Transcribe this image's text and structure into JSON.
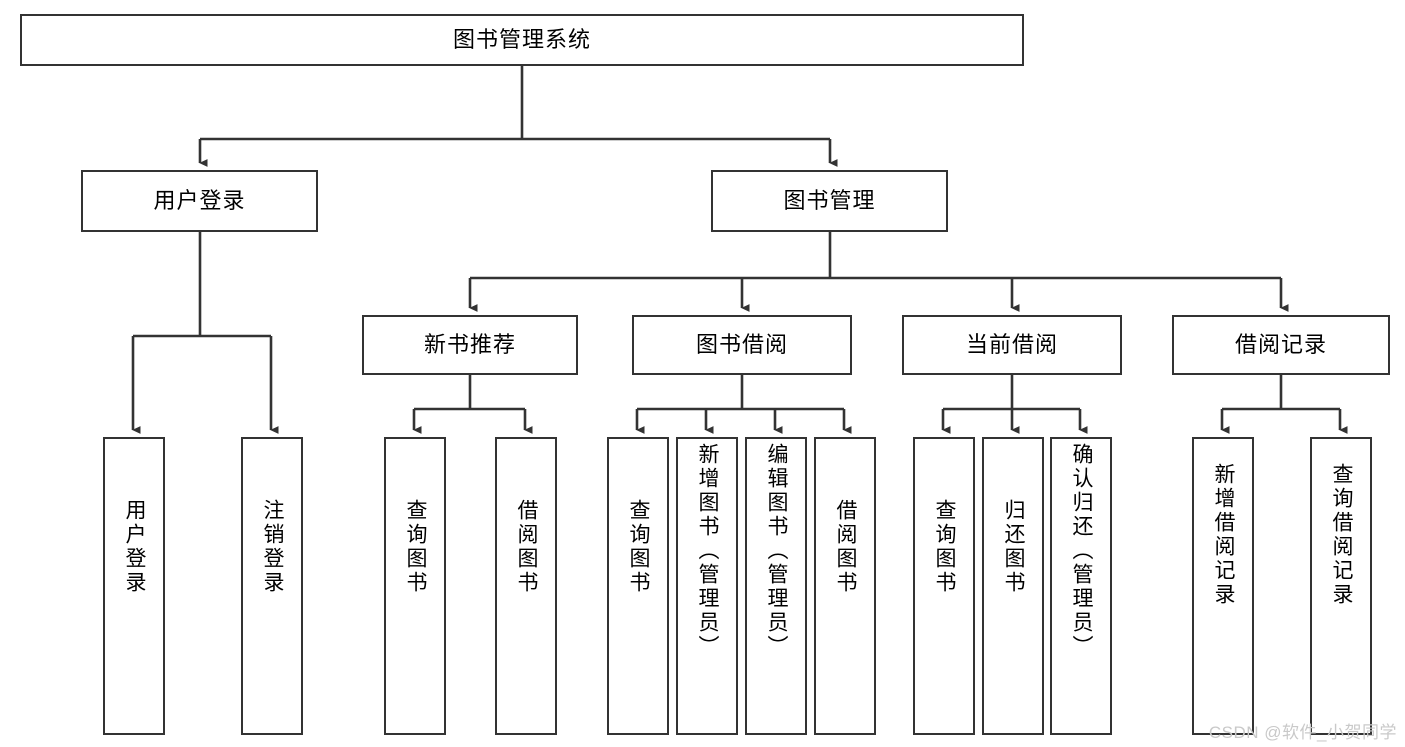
{
  "diagram": {
    "type": "tree",
    "title": "图书管理系统",
    "watermark": "CSDN @软件_小贺同学",
    "colors": {
      "node_border": "#333333",
      "node_fill": "#ffffff",
      "edge": "#333333",
      "text": "#000000",
      "watermark": "#c9c9c9"
    },
    "levels": {
      "root": "图书管理系统",
      "level2": [
        "用户登录",
        "图书管理"
      ],
      "level3": [
        "新书推荐",
        "图书借阅",
        "当前借阅",
        "借阅记录"
      ],
      "leaves": [
        "用户登录",
        "注销登录",
        "查询图书",
        "借阅图书",
        "查询图书",
        "新增图书（管理员）",
        "编辑图书（管理员）",
        "借阅图书",
        "查询图书",
        "归还图书",
        "确认归还（管理员）",
        "新增借阅记录",
        "查询借阅记录"
      ]
    },
    "nodes": {
      "root": {
        "label": "图书管理系统"
      },
      "user_login": {
        "label": "用户登录"
      },
      "book_manage": {
        "label": "图书管理"
      },
      "new_book_rec": {
        "label": "新书推荐"
      },
      "book_borrow": {
        "label": "图书借阅"
      },
      "current_borrow": {
        "label": "当前借阅"
      },
      "borrow_record": {
        "label": "借阅记录"
      },
      "leaf_user_login": {
        "label": "用户登录"
      },
      "leaf_logout": {
        "label": "注销登录"
      },
      "leaf_query_book_a": {
        "label": "查询图书"
      },
      "leaf_borrow_book_a": {
        "label": "借阅图书"
      },
      "leaf_query_book_b": {
        "label": "查询图书"
      },
      "leaf_add_book": {
        "label": "新增图书（管理员）"
      },
      "leaf_edit_book": {
        "label": "编辑图书（管理员）"
      },
      "leaf_borrow_book_b": {
        "label": "借阅图书"
      },
      "leaf_query_book_c": {
        "label": "查询图书"
      },
      "leaf_return_book": {
        "label": "归还图书"
      },
      "leaf_confirm_return": {
        "label": "确认归还（管理员）"
      },
      "leaf_add_record": {
        "label": "新增借阅记录"
      },
      "leaf_query_record": {
        "label": "查询借阅记录"
      }
    },
    "edges": [
      {
        "from": "root",
        "to": "user_login"
      },
      {
        "from": "root",
        "to": "book_manage"
      },
      {
        "from": "user_login",
        "to": "leaf_user_login"
      },
      {
        "from": "user_login",
        "to": "leaf_logout"
      },
      {
        "from": "book_manage",
        "to": "new_book_rec"
      },
      {
        "from": "book_manage",
        "to": "book_borrow"
      },
      {
        "from": "book_manage",
        "to": "current_borrow"
      },
      {
        "from": "book_manage",
        "to": "borrow_record"
      },
      {
        "from": "new_book_rec",
        "to": "leaf_query_book_a"
      },
      {
        "from": "new_book_rec",
        "to": "leaf_borrow_book_a"
      },
      {
        "from": "book_borrow",
        "to": "leaf_query_book_b"
      },
      {
        "from": "book_borrow",
        "to": "leaf_add_book"
      },
      {
        "from": "book_borrow",
        "to": "leaf_edit_book"
      },
      {
        "from": "book_borrow",
        "to": "leaf_borrow_book_b"
      },
      {
        "from": "current_borrow",
        "to": "leaf_query_book_c"
      },
      {
        "from": "current_borrow",
        "to": "leaf_return_book"
      },
      {
        "from": "current_borrow",
        "to": "leaf_confirm_return"
      },
      {
        "from": "borrow_record",
        "to": "leaf_add_record"
      },
      {
        "from": "borrow_record",
        "to": "leaf_query_record"
      }
    ]
  }
}
